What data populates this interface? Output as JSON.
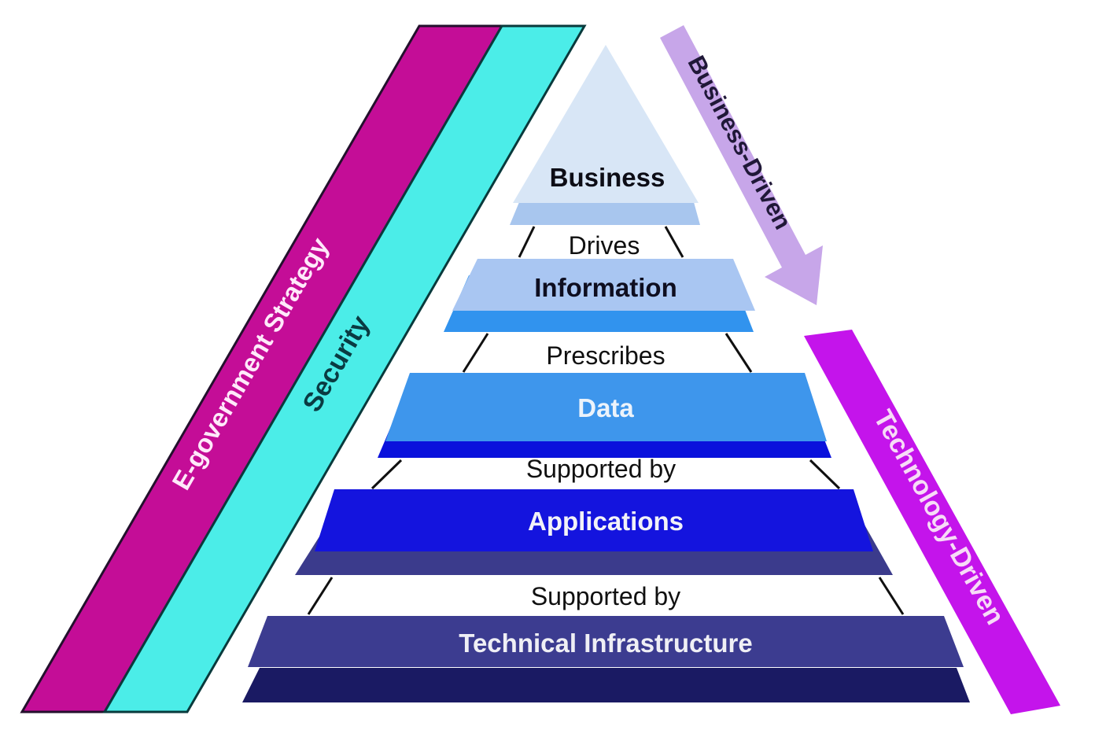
{
  "diagram": {
    "strategy_band": {
      "label": "E-government Strategy",
      "color": "#C40D97",
      "text_color": "#FFE9FA"
    },
    "security_band": {
      "label": "Security",
      "color": "#4BEDE8",
      "text_color": "#0A3B42"
    },
    "business_driven": {
      "label": "Business-Driven",
      "color": "#C7A6E9",
      "text_color": "#201838"
    },
    "technology_driven": {
      "label": "Technology-Driven",
      "color": "#C414EB",
      "text_color": "#F7DBF7"
    },
    "layers": [
      {
        "name": "Business",
        "fill": "#D8E6F6",
        "shadow": "#A8C6EE",
        "text_color": "#0D0D16"
      },
      {
        "name": "Information",
        "fill": "#A9C6F2",
        "shadow": "#3193EE",
        "text_color": "#0E0E20"
      },
      {
        "name": "Data",
        "fill": "#3E96EC",
        "shadow": "#0A11DC",
        "text_color": "#ECF3FB"
      },
      {
        "name": "Applications",
        "fill": "#1414DE",
        "shadow": "#3B3B8C",
        "text_color": "#F2F2F8"
      },
      {
        "name": "Technical Infrastructure",
        "fill": "#3C3C90",
        "shadow": "#1A1A63",
        "text_color": "#EFEFF5"
      }
    ],
    "connectors": [
      "Drives",
      "Prescribes",
      "Supported by",
      "Supported by"
    ],
    "connector_color": "#101010"
  }
}
